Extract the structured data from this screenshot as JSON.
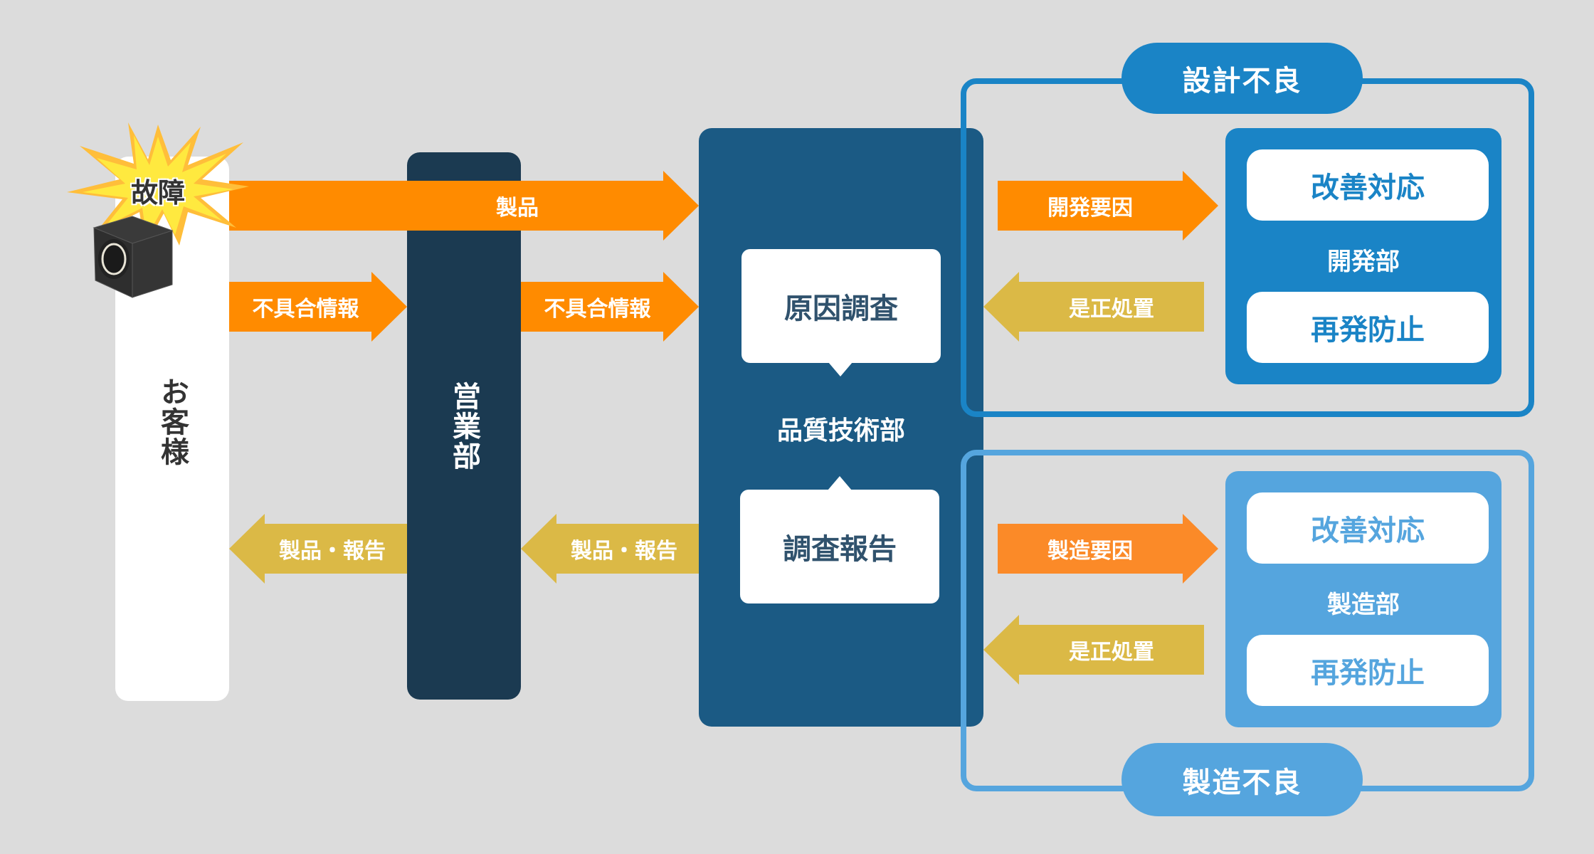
{
  "colors": {
    "background": "#DCDCDC",
    "customer_column": "#FFFFFF",
    "sales_column": "#1B3A51",
    "quality_box": "#1B5A84",
    "dev_box": "#1A84C6",
    "mfg_box": "#55A5DE",
    "forward_arrow": "#FF8B00",
    "mfg_arrow": "#FB8A28",
    "return_arrow": "#DBB946",
    "card_text_dark": "#30526D"
  },
  "customer": {
    "label": "お客様",
    "failure_badge": "故障",
    "device_icon": "speaker-box-icon"
  },
  "sales": {
    "label": "営業部"
  },
  "quality": {
    "label": "品質技術部",
    "cause_investigation": "原因調査",
    "investigation_report": "調査報告"
  },
  "arrows": {
    "product": "製品",
    "defect_info_1": "不具合情報",
    "defect_info_2": "不具合情報",
    "product_report_1": "製品・報告",
    "product_report_2": "製品・報告",
    "dev_cause": "開発要因",
    "corrective_1": "是正処置",
    "mfg_cause": "製造要因",
    "corrective_2": "是正処置"
  },
  "design_defect": {
    "title": "設計不良",
    "dept": "開発部",
    "improvement": "改善対応",
    "prevention": "再発防止"
  },
  "manufacturing_defect": {
    "title": "製造不良",
    "dept": "製造部",
    "improvement": "改善対応",
    "prevention": "再発防止"
  }
}
